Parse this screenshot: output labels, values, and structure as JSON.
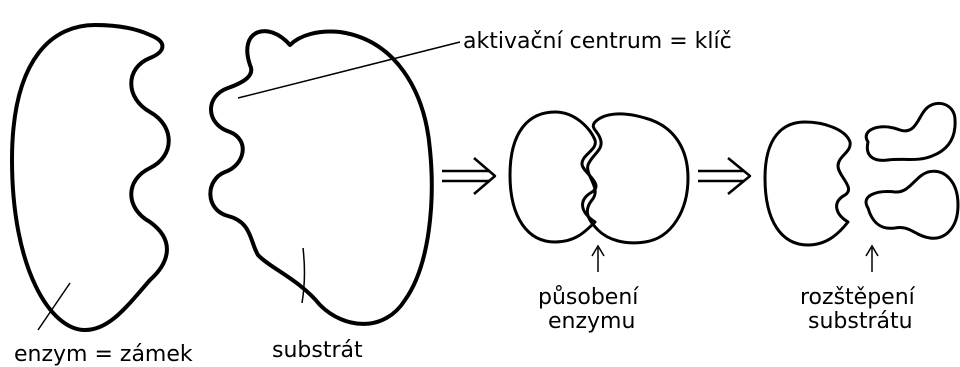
{
  "labels": {
    "active_center": "aktivační centrum = klíč",
    "enzyme": "enzym = zámek",
    "substrate": "substrát",
    "action_line1": "působení",
    "action_line2": "enzymu",
    "cleavage_line1": "rozštěpení",
    "cleavage_line2": "substrátu"
  },
  "colors": {
    "stroke": "#000000",
    "background": "#ffffff"
  },
  "icons": [
    "implies-arrow-icon",
    "up-arrow-icon"
  ]
}
